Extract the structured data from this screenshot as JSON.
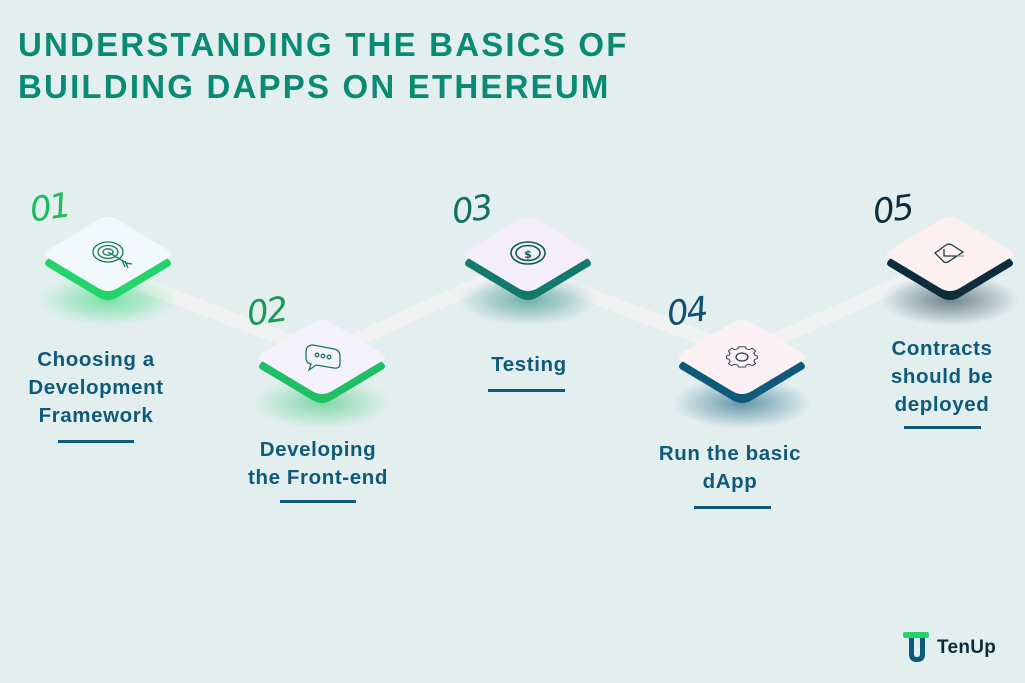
{
  "title": {
    "line1": "UNDERSTANDING THE BASICS OF",
    "line2": "BUILDING DAPPS ON ETHEREUM"
  },
  "colors": {
    "background": "#e3efef",
    "title": "#0b8a73",
    "label": "#0f5a7a",
    "step1_accent": "#22d46a",
    "step2_accent": "#1fbf66",
    "step3_accent": "#127a6c",
    "step4_accent": "#0f5a7a",
    "step5_accent": "#0d2c3c"
  },
  "steps": [
    {
      "number": "01",
      "label_lines": [
        "Choosing a",
        "Development",
        "Framework"
      ],
      "icon": "target-icon"
    },
    {
      "number": "02",
      "label_lines": [
        "Developing",
        "the Front-end"
      ],
      "icon": "chat-bubble-icon"
    },
    {
      "number": "03",
      "label_lines": [
        "Testing"
      ],
      "icon": "coin-icon"
    },
    {
      "number": "04",
      "label_lines": [
        "Run the basic",
        "dApp"
      ],
      "icon": "gear-icon"
    },
    {
      "number": "05",
      "label_lines": [
        "Contracts",
        "should be",
        "deployed"
      ],
      "icon": "contract-diamond-icon"
    }
  ],
  "logo": {
    "text": "TenUp"
  }
}
